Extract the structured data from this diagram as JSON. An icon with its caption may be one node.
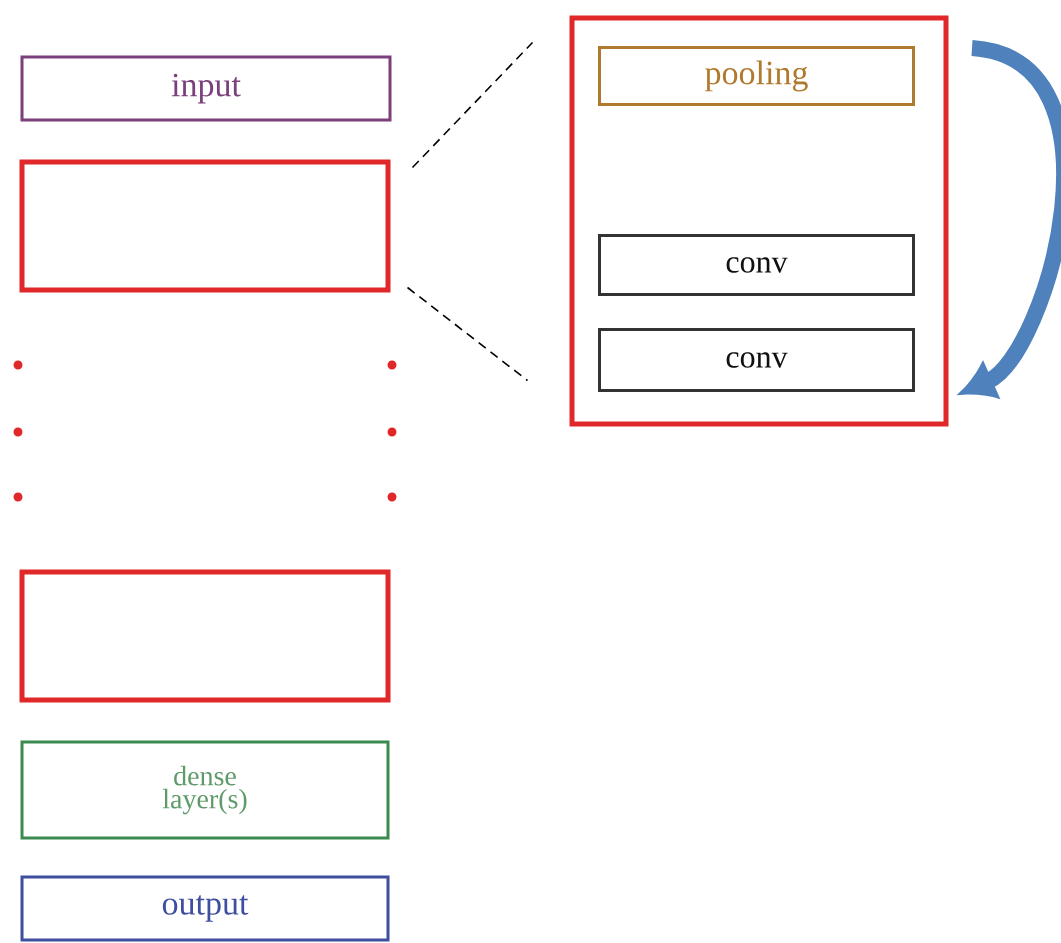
{
  "diagram": {
    "nodes": [
      {
        "text": [
          "input"
        ]
      },
      {
        "text": [],
        "shape": "box"
      },
      {
        "text": [],
        "shape": "box"
      },
      {
        "text": [
          "dense layer(s)"
        ]
      },
      {
        "text": [
          "output"
        ]
      },
      {
        "text": [],
        "shape": "box"
      },
      {
        "text": [
          "pooling"
        ],
        "in": 5
      },
      {
        "text": [
          "conv"
        ],
        "in": 5
      },
      {
        "text": [
          "conv"
        ],
        "in": 5
      }
    ],
    "edges": [
      {
        "from": 1,
        "to": 5,
        "arrow": "none",
        "style": "dashed"
      },
      {
        "from": 1,
        "to": 5,
        "arrow": "none",
        "style": "dashed"
      },
      {
        "from": 6,
        "to": 8,
        "arrow": "to",
        "style": "thick",
        "color": "#4f81bd"
      }
    ]
  }
}
